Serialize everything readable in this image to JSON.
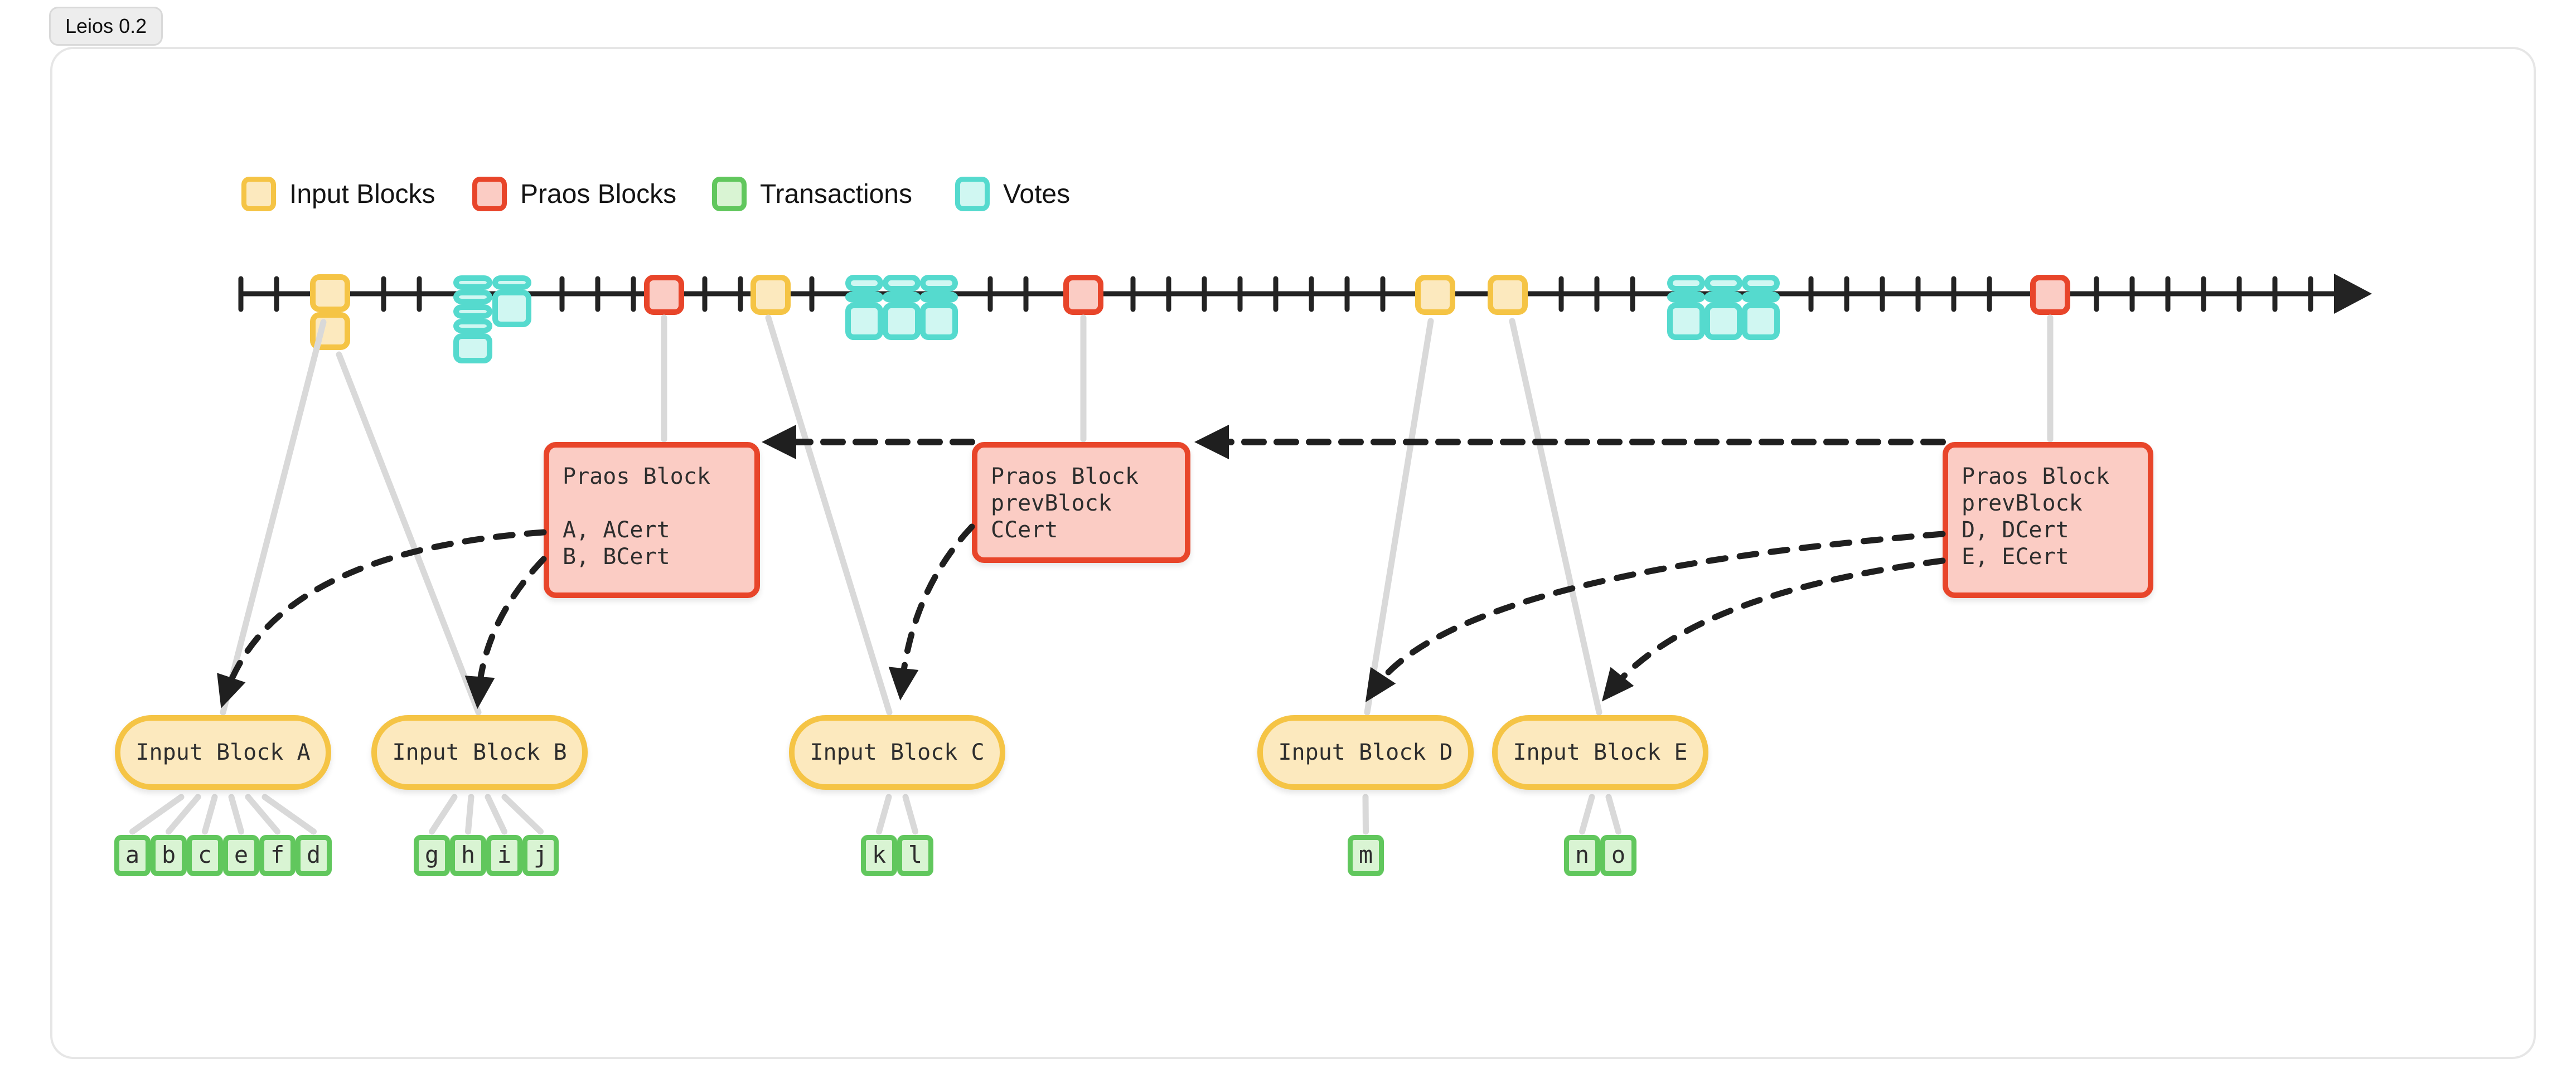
{
  "badge": {
    "label": "Leios 0.2"
  },
  "legend": {
    "items": [
      {
        "id": "input-blocks",
        "label": "Input Blocks",
        "border_color": "#F5C445",
        "fill_color": "#FCE9BE"
      },
      {
        "id": "praos-blocks",
        "label": "Praos Blocks",
        "border_color": "#E8452A",
        "fill_color": "#FBCCC4"
      },
      {
        "id": "transactions",
        "label": "Transactions",
        "border_color": "#61C75D",
        "fill_color": "#D9F4D3"
      },
      {
        "id": "votes",
        "label": "Votes",
        "border_color": "#55DACE",
        "fill_color": "#D0F7F2"
      }
    ]
  },
  "timeline": {
    "direction": "right",
    "sequence": [
      "input-block",
      "input-block",
      "votes",
      "praos-block",
      "input-block",
      "votes",
      "praos-block",
      "input-block",
      "input-block",
      "votes",
      "praos-block"
    ]
  },
  "vote_groups": [
    {
      "cells_per_column": [
        5,
        2
      ]
    },
    {
      "cells_per_column": [
        3,
        3,
        3
      ]
    },
    {
      "cells_per_column": [
        3,
        3,
        3
      ]
    }
  ],
  "praos_blocks": [
    {
      "lines": [
        "Praos Block",
        "",
        "A, ACert",
        "B, BCert"
      ]
    },
    {
      "lines": [
        "Praos Block",
        "prevBlock",
        "CCert"
      ]
    },
    {
      "lines": [
        "Praos Block",
        "prevBlock",
        "D, DCert",
        "E, ECert"
      ]
    }
  ],
  "input_blocks": [
    {
      "label": "Input Block A",
      "transactions": [
        "a",
        "b",
        "c",
        "e",
        "f",
        "d"
      ]
    },
    {
      "label": "Input Block B",
      "transactions": [
        "g",
        "h",
        "i",
        "j"
      ]
    },
    {
      "label": "Input Block C",
      "transactions": [
        "k",
        "l"
      ]
    },
    {
      "label": "Input Block D",
      "transactions": [
        "m"
      ]
    },
    {
      "label": "Input Block E",
      "transactions": [
        "n",
        "o"
      ]
    }
  ],
  "colors": {
    "timeline": "#232323",
    "dashed_arrow": "#1F1F1F",
    "connector": "#D9D9D9",
    "text_dark": "#2E2E2E",
    "card_border": "#E6E6E6",
    "badge_bg": "#EDEDED",
    "badge_border": "#D9D9D9"
  }
}
